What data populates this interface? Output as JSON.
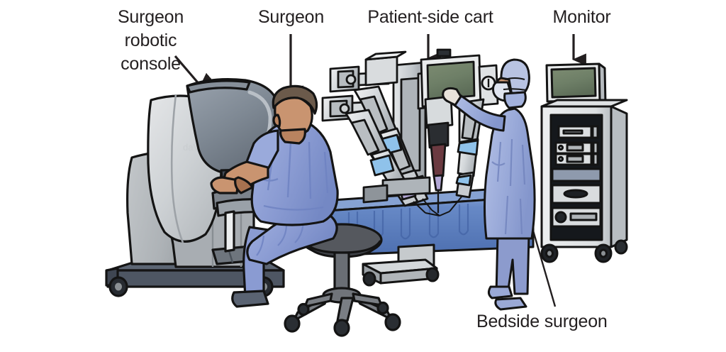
{
  "figure": {
    "title": "Robotic surgery operating room setup",
    "background_color": "#ffffff",
    "outline_color": "#1a1a1a",
    "label_text_color": "#231f20"
  },
  "labels": [
    {
      "id": "surgeon-robotic-console",
      "text": "Surgeon\nrobotic\nconsole",
      "pointer": "arrow",
      "pointer_direction": "down-right",
      "points_to": "Surgeon robotic console"
    },
    {
      "id": "surgeon",
      "text": "Surgeon",
      "pointer": "arrow",
      "pointer_direction": "down",
      "points_to": "Seated surgeon at console"
    },
    {
      "id": "patient-side-cart",
      "text": "Patient-side cart",
      "pointer": "arrow",
      "pointer_direction": "down",
      "points_to": "Patient-side robotic cart"
    },
    {
      "id": "monitor",
      "text": "Monitor",
      "pointer": "arrow",
      "pointer_direction": "down",
      "points_to": "Video monitor tower"
    },
    {
      "id": "bedside-surgeon",
      "text": "Bedside surgeon",
      "pointer": "leader-line-arrow",
      "pointer_direction": "up-left",
      "points_to": "Standing gowned surgeon at table"
    }
  ],
  "colors": {
    "scrub_blue_light": "#9aaadb",
    "scrub_blue": "#8a9bd2",
    "scrub_blue_dark": "#6d80bb",
    "gown_blue_light": "#a9b8e0",
    "gown_blue": "#94a6d6",
    "drape_blue": "#5b7fc0",
    "drape_blue_light": "#7e9bd0",
    "drape_blue_dark": "#4d6fb0",
    "console_grey_light": "#cfd2d4",
    "console_grey": "#b3b7ba",
    "console_grey_mid": "#9aa0a5",
    "console_charcoal": "#4e5663",
    "console_dark": "#3c4450",
    "cart_white": "#e7e9ea",
    "cart_grey": "#c6cacd",
    "cart_grey_dark": "#9ba1a6",
    "screen_green": "#6e7f67",
    "screen_green_light": "#8d9a7c",
    "joint_blue": "#8fc2ea",
    "joint_violet": "#b3a8d6",
    "instrument_maroon": "#6b3a41",
    "skin": "#c99470",
    "skin_dark": "#a8724f",
    "hair": "#6b5a4b",
    "stool_grey": "#55585e",
    "black": "#141414",
    "white": "#ffffff"
  },
  "scene_objects": [
    {
      "name": "surgeon-robotic-console",
      "description": "Large grey da Vinci surgeon console with stereo viewer hood on wheeled base"
    },
    {
      "name": "seated-surgeon",
      "description": "Surgeon in blue scrubs seated on a rolling stool, head in console viewer, hands on masters"
    },
    {
      "name": "stool",
      "description": "Round dark grey stool with five-star caster base"
    },
    {
      "name": "patient-side-cart",
      "description": "Patient-side cart with four articulated robotic arms and touchscreen"
    },
    {
      "name": "operating-table",
      "description": "Operating table with blue surgical drape over patient"
    },
    {
      "name": "bedside-surgeon",
      "description": "Standing gowned, masked and capped bedside surgeon adjusting the cart"
    },
    {
      "name": "monitor-tower",
      "description": "Wheeled video tower with monitor on top and stacked equipment modules"
    }
  ]
}
